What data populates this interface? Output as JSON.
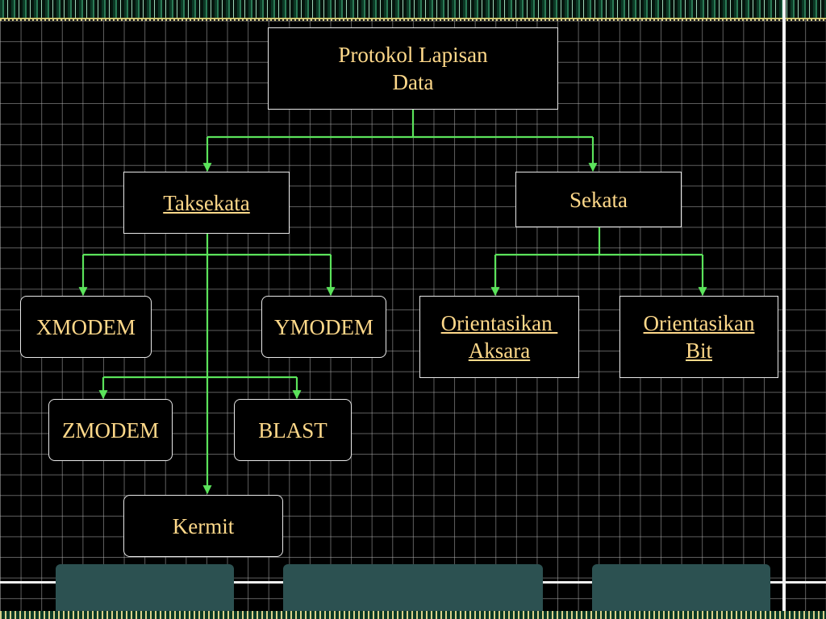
{
  "diagram": {
    "root": {
      "line1": "Protokol Lapisan",
      "line2": "Data"
    },
    "taksekata": "Taksekata",
    "sekata": "Sekata",
    "xmodem": "XMODEM",
    "ymodem": "YMODEM",
    "zmodem": "ZMODEM",
    "blast": "BLAST",
    "kermit": "Kermit",
    "orientasikan_aksara": {
      "line1": "Orientasikan ",
      "line2": "Aksara"
    },
    "orientasikan_bit": {
      "line1": "Orientasikan",
      "line2": "Bit"
    }
  },
  "colors": {
    "connector": "#5be35b",
    "text_yellow": "#ffd98a",
    "text_white": "#ffffff",
    "background": "#000000",
    "panel": "#2c5151"
  }
}
